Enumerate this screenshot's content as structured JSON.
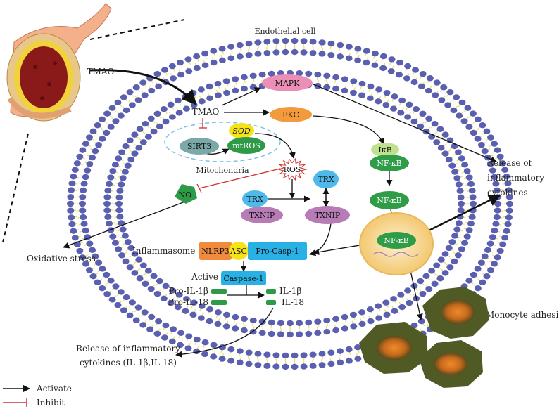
{
  "labels": {
    "cell_title": "Endothelial cell",
    "tmao_outside": "TMAO",
    "tmao_inside": "TMAO",
    "mapk": "MAPK",
    "pkc": "PKC",
    "sod": "SOD",
    "sirt3": "SIRT3",
    "mtros": "mtROS",
    "mitochondria": "Mitochondria",
    "ros": "ROS",
    "trx_right": "TRX",
    "trx_left": "TRX",
    "txnip_left": "TXNIP",
    "txnip_right": "TXNIP",
    "no": "NO",
    "ikb": "IκB",
    "nfkb_1": "NF-κB",
    "nfkb_2": "NF-κB",
    "nfkb_nucleus": "NF-κB",
    "release_1": "Release of",
    "release_2": "inflammatory",
    "release_3": "cytokines",
    "oxidative_stress": "Oxidative stress",
    "inflammasome": "Inflammasome",
    "nlrp3": "NLRP3",
    "asc": "ASC",
    "pro_casp1": "Pro-Casp-1",
    "active": "Active",
    "caspase1": "Caspase-1",
    "pro_il1b": "Pro-IL-1β",
    "pro_il18": "Pro-IL-18",
    "il1b": "IL-1β",
    "il18": "IL-18",
    "release_bottom_1": "Release of inflammatory",
    "release_bottom_2": "cytokines (IL-1β,IL-18)",
    "monocyte_adhesion": "Monocyte adhesion"
  },
  "legend": {
    "activate": "Activate",
    "inhibit": "Inhibit"
  },
  "colors": {
    "arrow": "#111111",
    "inhibit": "#d0312d",
    "lipid_head": "#5b5fb0",
    "lipid_tail": "#e6df6a",
    "mapk": "#ec8fb6",
    "pkc": "#f29a3c",
    "sirt3": "#7aa9a8",
    "mtros": "#2e9a48",
    "sod": "#f5e31a",
    "trx": "#4fb9ea",
    "txnip": "#b77bb5",
    "no": "#2e9a48",
    "nfkb": "#2f9c47",
    "ikb": "#bfe08d",
    "nlrp3": "#f08a3c",
    "asc": "#f5e31a",
    "procasp": "#29b1e5",
    "il": "#2e9a48",
    "nucleus": "#f6d48c"
  }
}
